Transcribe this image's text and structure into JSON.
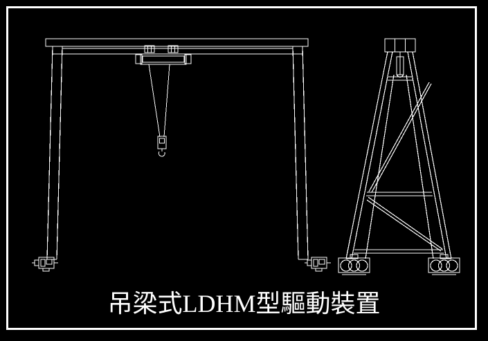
{
  "document": {
    "background_color": "#000000",
    "line_color": "#ffffff",
    "frame_border_color": "#ffffff",
    "title": "吊梁式LDHM型驅動裝置",
    "title_color": "#ffffff"
  },
  "views": {
    "front_elevation": {
      "name": "front-elevation-view",
      "label": "吊梁式LDHM型驅動裝置",
      "parts": {
        "main_girder_upper": "upper main girder",
        "main_girder_lower": "lower runway beam",
        "left_leg": "left gantry leg",
        "right_leg": "right gantry leg",
        "trolley_hoist": "trolley hoist unit",
        "trolley_wheels": "trolley wheel sets",
        "hoist_ropes": "wire rope reeving",
        "hook_block": "hook block",
        "left_drive_unit": "left LDHM drive unit",
        "right_drive_unit": "right LDHM drive unit"
      }
    },
    "end_elevation": {
      "name": "end-elevation-view",
      "parts": {
        "apex_trolley_box": "apex trolley box",
        "hoist_body": "hoist body",
        "left_frame_leg": "left A-frame leg",
        "right_frame_leg": "right A-frame leg",
        "cross_brace_upper": "upper horizontal brace",
        "cross_brace_mid": "mid horizontal brace",
        "cross_brace_lower": "lower horizontal brace",
        "diagonal_brace_upper": "upper diagonal brace",
        "diagonal_brace_lower": "lower diagonal brace",
        "left_bogie": "left travel bogie",
        "right_bogie": "right travel bogie",
        "bogie_wheels": "bogie travel wheels"
      }
    }
  },
  "chart_data": {
    "type": "diagram",
    "title": "吊梁式LDHM型驅動裝置",
    "description": "CAD line drawing of a single girder gantry crane: front elevation on the left and end elevation (A-frame) on the right",
    "views": [
      "front-elevation",
      "end-elevation"
    ],
    "line_color": "#ffffff",
    "background": "#000000"
  }
}
